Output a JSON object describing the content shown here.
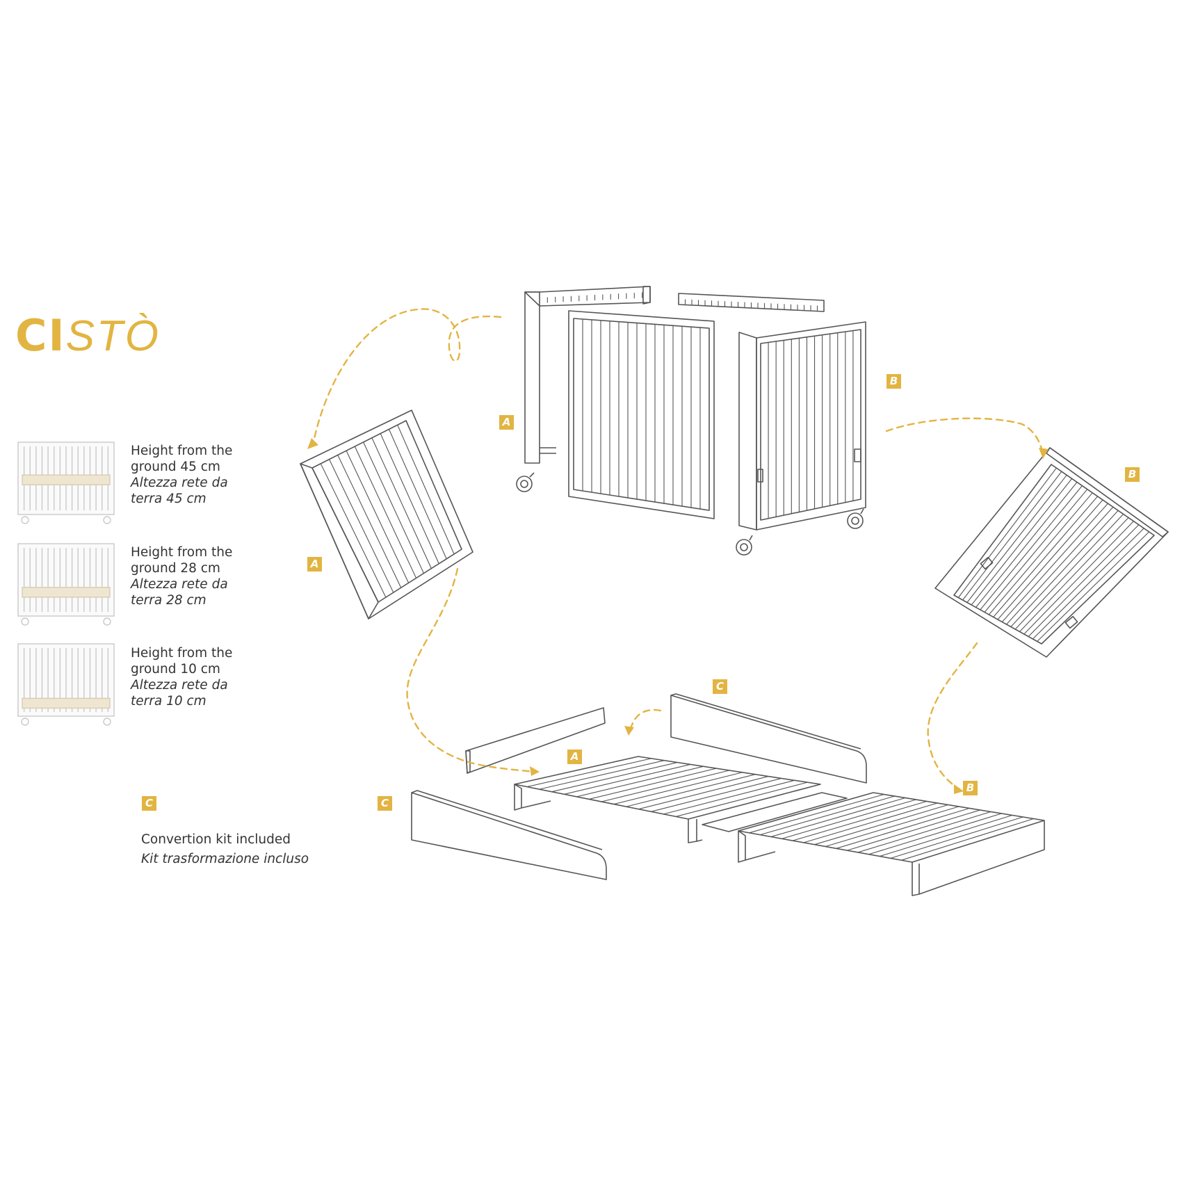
{
  "brand": {
    "part1": "CI",
    "part2": "STÒ",
    "color": "#e2b441"
  },
  "heights": [
    {
      "en": "Height from the\nground 45 cm",
      "it": "Altezza rete da\nterra 45 cm"
    },
    {
      "en": "Height from the\nground 28 cm",
      "it": "Altezza rete da\nterra 28 cm"
    },
    {
      "en": "Height from the\nground 10 cm",
      "it": "Altezza rete da\nterra 10 cm"
    }
  ],
  "labels": {
    "a": "A",
    "b": "B",
    "c": "C"
  },
  "kit": {
    "badge": "C",
    "en": "Convertion kit included",
    "it": "Kit trasformazione incluso"
  },
  "colors": {
    "accent": "#e2b441",
    "line": "#555555",
    "text": "#333333"
  }
}
